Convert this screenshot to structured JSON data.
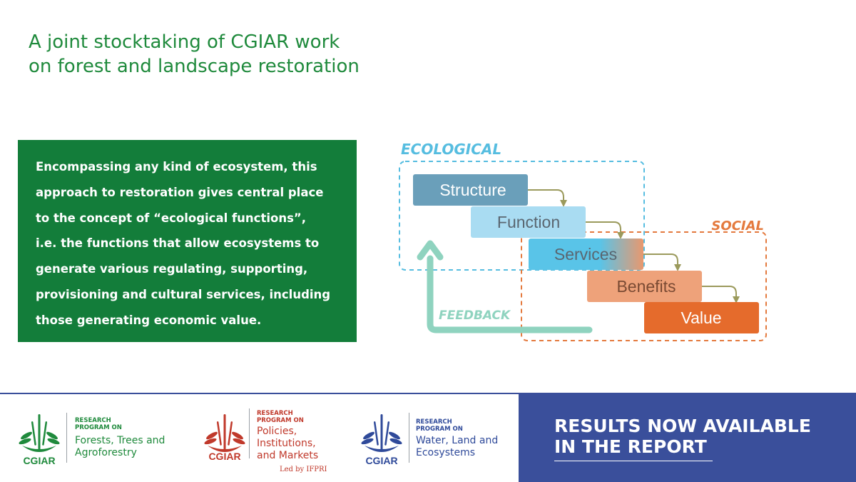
{
  "title": {
    "line1": "A joint stocktaking of CGIAR work",
    "line2": "on forest and landscape restoration"
  },
  "description": {
    "lines": [
      "Encompassing any kind of ecosystem, this",
      "approach to restoration gives central place",
      "to the concept of “ecological functions”,",
      "i.e. the functions that allow ecosystems to",
      "generate various regulating, supporting,",
      "provisioning and cultural services, including",
      "those generating economic value."
    ]
  },
  "diagram": {
    "ecological_label": "ECOLOGICAL",
    "social_label": "SOCIAL",
    "feedback_label": "FEEDBACK",
    "steps": [
      {
        "label": "Structure",
        "color": "#6a9fba"
      },
      {
        "label": "Function",
        "color": "#a9dcf2"
      },
      {
        "label": "Services",
        "color": "#59c4e8"
      },
      {
        "label": "Benefits",
        "color": "#eea27a"
      },
      {
        "label": "Value",
        "color": "#e56b2c"
      }
    ],
    "colors": {
      "ecological": "#56bde0",
      "social": "#e47a3e",
      "feedback": "#8fd3bf",
      "connector": "#9b9a5c",
      "step_text_light": "#ffffff",
      "step_text_dark": "#5a6670",
      "step_text_brown": "#7a4a33"
    }
  },
  "footer": {
    "logos": [
      {
        "brand": "CGIAR",
        "program_label_1": "RESEARCH",
        "program_label_2": "PROGRAM ON",
        "name_lines": [
          "Forests, Trees and",
          "Agroforestry"
        ],
        "color": "#1f8a3c"
      },
      {
        "brand": "CGIAR",
        "program_label_1": "RESEARCH",
        "program_label_2": "PROGRAM ON",
        "name_lines": [
          "Policies,",
          "Institutions,",
          "and Markets"
        ],
        "extra": "Led by IFPRI",
        "color": "#c0392b"
      },
      {
        "brand": "CGIAR",
        "program_label_1": "RESEARCH",
        "program_label_2": "PROGRAM ON",
        "name_lines": [
          "Water, Land and",
          "Ecosystems"
        ],
        "color": "#2f4a9a"
      }
    ],
    "cta": {
      "line1": "RESULTS NOW AVAILABLE",
      "line2": "IN THE REPORT",
      "background": "#3a4f9b"
    }
  }
}
